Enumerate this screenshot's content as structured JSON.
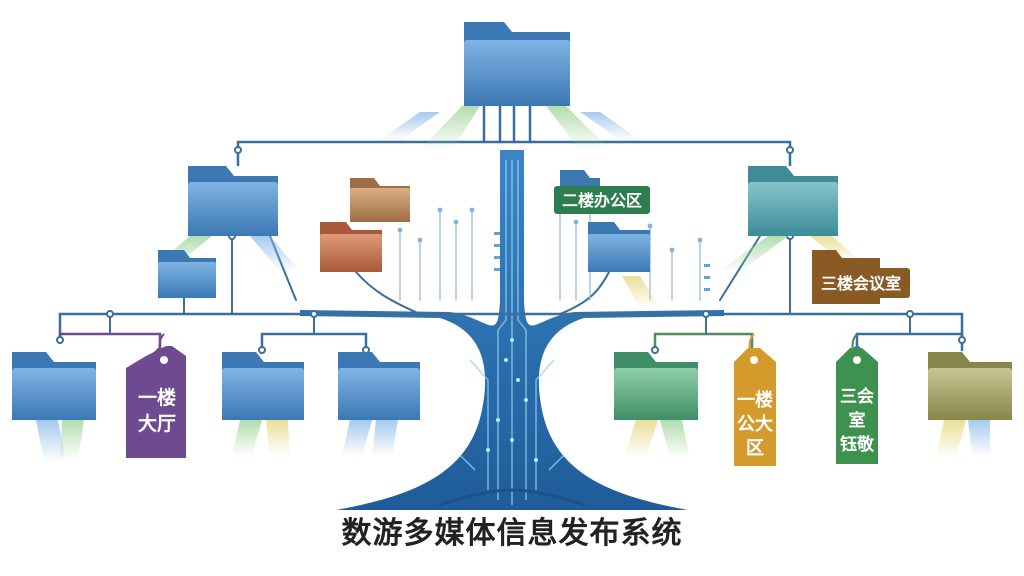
{
  "title": "数游多媒体信息发布系统",
  "labels": {
    "second_floor_office": "二楼办公区",
    "third_floor_meeting": "三楼会议室",
    "tag_hall_lines": [
      "一楼",
      "大厅"
    ],
    "tag_public_lines": [
      "一楼",
      "公大",
      "区"
    ],
    "tag_meeting_lines": [
      "三会",
      "室",
      "钰敬"
    ]
  },
  "colors": {
    "folder_blue": "#4f8fc9",
    "folder_teal": "#4fa0a8",
    "folder_green": "#5fa884",
    "folder_olive": "#9c9a60",
    "folder_tan": "#b9895f",
    "folder_rust": "#c0714f",
    "tag_purple": "#6e4a90",
    "tag_orange": "#d59a2c",
    "tag_green": "#3f9150",
    "label_green": "#2e7d4f",
    "label_brown": "#8a5a25",
    "trunk": "#2f78b8",
    "circuit": "#4fb0e0"
  }
}
